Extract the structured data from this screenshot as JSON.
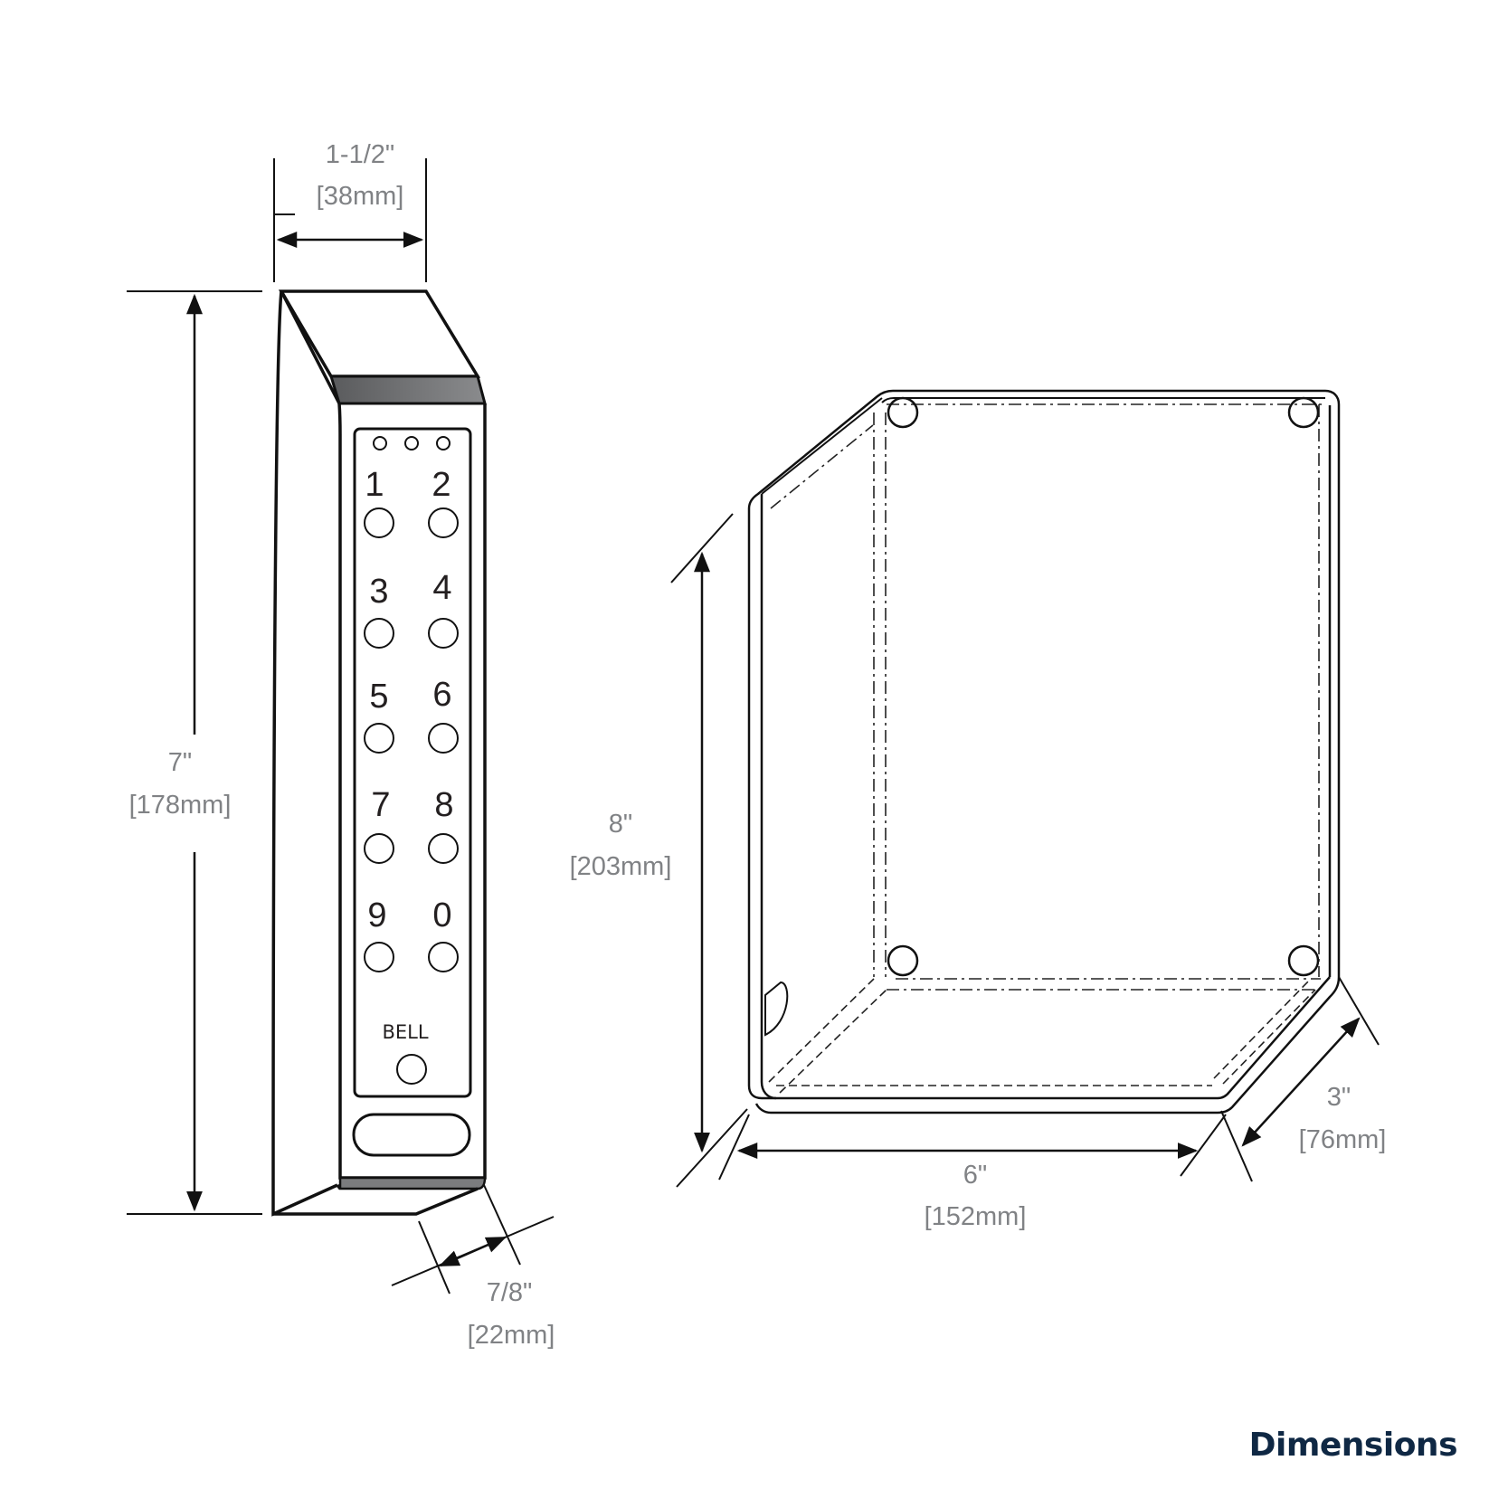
{
  "caption": "Dimensions",
  "keypad": {
    "keys": [
      "1",
      "2",
      "3",
      "4",
      "5",
      "6",
      "7",
      "8",
      "9",
      "0"
    ],
    "bell_label": "BELL",
    "indicator_leds": 3,
    "dimensions": {
      "width": {
        "imperial": "1-1/2\"",
        "metric": "[38mm]"
      },
      "height": {
        "imperial": "7\"",
        "metric": "[178mm]"
      },
      "depth": {
        "imperial": "7/8\"",
        "metric": "[22mm]"
      }
    }
  },
  "enclosure": {
    "mounting_holes": 4,
    "dimensions": {
      "height": {
        "imperial": "8\"",
        "metric": "[203mm]"
      },
      "width": {
        "imperial": "6\"",
        "metric": "[152mm]"
      },
      "depth": {
        "imperial": "3\"",
        "metric": "[76mm]"
      }
    }
  },
  "colors": {
    "label_gray": "#808285",
    "caption_navy": "#0f2844",
    "band_gray": "#6d6e70"
  }
}
